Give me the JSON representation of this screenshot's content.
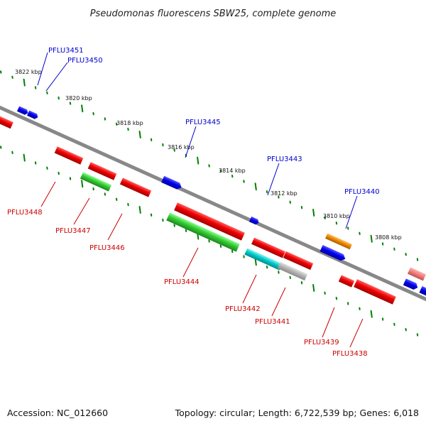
{
  "title": "Pseudomonas fluorescens SBW25, complete genome",
  "footer": {
    "accession": "Accession: NC_012660",
    "summary": "Topology: circular; Length: 6,722,539 bp; Genes: 6,018"
  },
  "colors": {
    "upper_label": "#0000cc",
    "lower_label": "#cc0000",
    "tick": "#008000",
    "backbone": "#888888",
    "red": "#ee0000",
    "blue": "#0000ee",
    "green": "#33cc33",
    "cyan": "#00cccc",
    "gray": "#b5b5b5",
    "orange": "#ee8800",
    "pink": "#f08080"
  },
  "kbp_labels": [
    "3822 kbp",
    "3820 kbp",
    "3818 kbp",
    "3816 kbp",
    "3814 kbp",
    "3812 kbp",
    "3810 kbp",
    "3808 kbp"
  ],
  "upper_genes": [
    {
      "id": "PFLU3451"
    },
    {
      "id": "PFLU3450"
    },
    {
      "id": "PFLU3445"
    },
    {
      "id": "PFLU3443"
    },
    {
      "id": "PFLU3440"
    }
  ],
  "lower_genes": [
    {
      "id": "PFLU3448"
    },
    {
      "id": "PFLU3447"
    },
    {
      "id": "PFLU3446"
    },
    {
      "id": "PFLU3444"
    },
    {
      "id": "PFLU3442"
    },
    {
      "id": "PFLU3441"
    },
    {
      "id": "PFLU3439"
    },
    {
      "id": "PFLU3438"
    }
  ]
}
